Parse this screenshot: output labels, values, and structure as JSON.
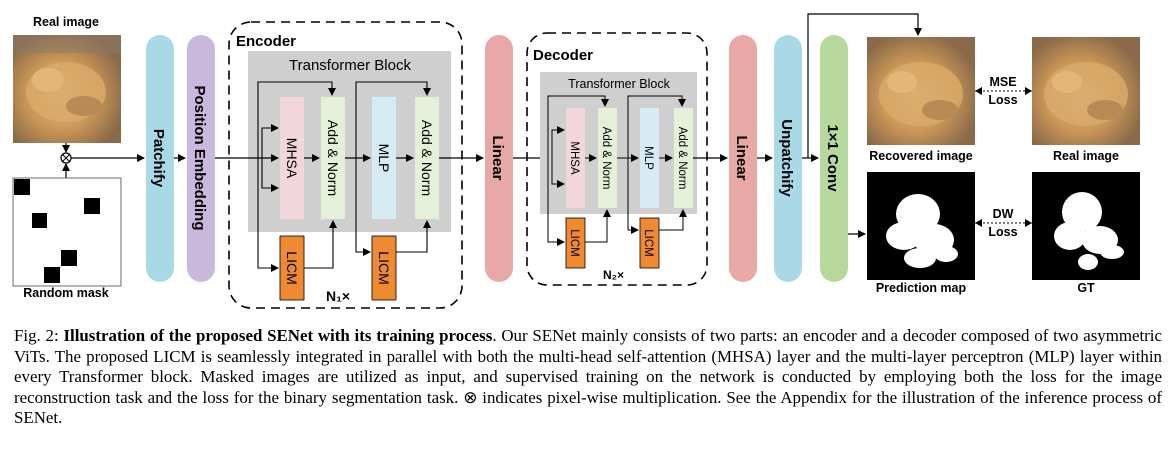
{
  "figure": {
    "real_image_label_top": "Real image",
    "random_mask_label": "Random mask",
    "multiply_symbol": "⊗",
    "patchify": "Patchify",
    "position_embedding": "Position Embedding",
    "encoder": {
      "title": "Encoder",
      "block_title": "Transformer Block",
      "mhsa": "MHSA",
      "add_norm": "Add & Norm",
      "mlp": "MLP",
      "licm": "LICM",
      "repeat": "N₁×"
    },
    "linear_1": "Linear",
    "decoder": {
      "title": "Decoder",
      "block_title": "Transformer Block",
      "mhsa": "MHSA",
      "add_norm": "Add & Norm",
      "mlp": "MLP",
      "licm": "LICM",
      "repeat": "N₂×"
    },
    "linear_2": "Linear",
    "unpatchify": "Unpatchify",
    "conv": "1×1 Conv",
    "recovered_image": "Recovered image",
    "real_image": "Real image",
    "prediction_map": "Prediction map",
    "gt": "GT",
    "loss_mse_1": "MSE",
    "loss_mse_2": "Loss",
    "loss_dw_1": "DW",
    "loss_dw_2": "Loss",
    "colors": {
      "patchify": "#a9d8e6",
      "position_embedding": "#c9b8dc",
      "linear": "#e7a8a6",
      "unpatchify": "#a9d8e6",
      "conv": "#b7d89c",
      "mhsa": "#f1d6dc",
      "add_norm": "#e4f0d8",
      "mlp": "#d6ecf5",
      "licm": "#f08a32",
      "block_bg": "#cfcfcf"
    }
  },
  "caption": {
    "label": "Fig. 2:",
    "bold": "Illustration of the proposed SENet with its training process",
    "text": ". Our SENet mainly consists of two parts: an encoder and a decoder composed of two asymmetric ViTs. The proposed LICM is seamlessly integrated in parallel with both the multi-head self-attention (MHSA) layer and the multi-layer perceptron (MLP) layer within every Transformer block. Masked images are utilized as input, and supervised training on the network is conducted by employing both the loss for the image reconstruction task and the loss for the binary segmentation task. ⊗ indicates pixel-wise multiplication. See the Appendix for the illustration of the inference process of SENet."
  }
}
